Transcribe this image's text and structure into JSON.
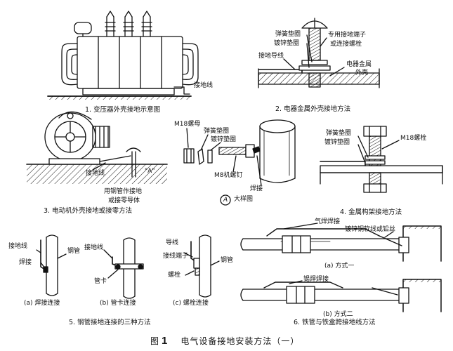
{
  "figure_title": {
    "label": "图",
    "number": "1",
    "text": "电气设备接地安装方法（一）"
  },
  "panels": {
    "p1": {
      "caption": "1. 变压器外壳接地示意图",
      "ground_wire": "接地线"
    },
    "p2": {
      "caption": "2. 电器金属外壳接地方法",
      "spring_washer": "弹簧垫圈",
      "galvanized_washer": "镀锌垫圈",
      "ground_wire": "接地导线",
      "terminal_line1": "专用接地端子",
      "terminal_line2": "或连接螺栓",
      "shell_line1": "电器金属",
      "shell_line2": "外壳"
    },
    "p3": {
      "caption": "3. 电动机外壳接地或接零方法",
      "ground_wire": "接地线",
      "detail_mark": "\"A\"",
      "pipe_line1": "用钢管作接地",
      "pipe_line2": "或接零导体"
    },
    "detail": {
      "nut": "M18螺母",
      "spring_washer": "弹簧垫圈",
      "galvanized_washer": "镀锌垫圈",
      "screw": "M8机螺钉",
      "weld": "焊接",
      "circle_letter": "A",
      "title": "大样图"
    },
    "p4": {
      "caption": "4. 金属构架接地方法",
      "spring_washer": "弹簧垫圈",
      "galvanized_washer": "镀锌垫圈",
      "bolt": "M18螺栓"
    },
    "p5": {
      "caption": "5. 钢管接地连接的三种方法",
      "a_ground": "接地线",
      "a_weld": "焊接",
      "a_pipe": "钢管",
      "a_sub": "(a) 焊接连接",
      "b_ground": "接地线",
      "b_clamp": "管卡",
      "b_sub": "(b) 管卡连接",
      "c_wire": "导线",
      "c_terminal": "接线端子",
      "c_bolt": "螺栓",
      "c_pipe": "钢管",
      "c_sub": "(c) 螺栓连接"
    },
    "p6": {
      "caption": "6. 铁管与铁盒跨接地线方法",
      "gas_weld": "气焊焊接",
      "copper_line": "镀锌铜软线或铅丝",
      "way1": "(a) 方式一",
      "tin_weld": "锡焊焊接",
      "way2": "(b) 方式二"
    }
  }
}
